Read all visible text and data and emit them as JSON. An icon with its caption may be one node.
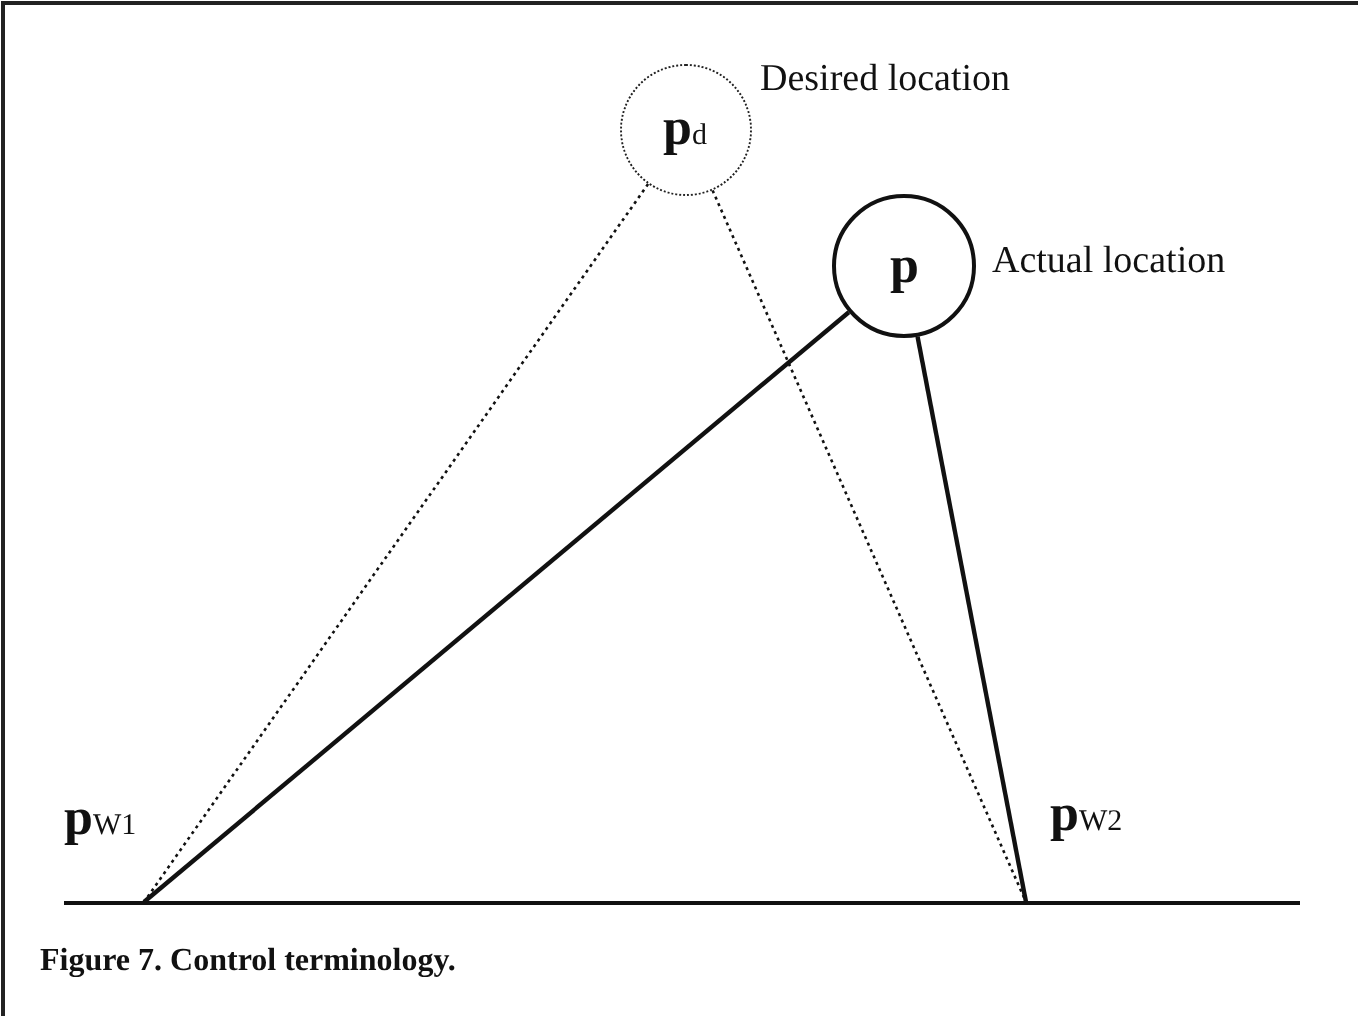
{
  "diagram": {
    "caption": "Figure 7. Control terminology.",
    "nodes": [
      {
        "text": [
          "**p**$_{d}$"
        ],
        "beside": [
          "Desired location"
        ]
      },
      {
        "text": [
          "**p**"
        ],
        "beside": [
          "Actual location"
        ]
      },
      {
        "text": [
          "**p**$_{W1}$"
        ]
      },
      {
        "text": [
          "**p**$_{W2}$"
        ]
      }
    ],
    "edges": [
      {
        "from": 0,
        "to": 2,
        "arrow": "none",
        "style": "dashed"
      },
      {
        "from": 0,
        "to": 3,
        "arrow": "none",
        "style": "dashed"
      },
      {
        "from": 1,
        "to": 2,
        "arrow": "none"
      },
      {
        "from": 1,
        "to": 3,
        "arrow": "none"
      }
    ]
  }
}
